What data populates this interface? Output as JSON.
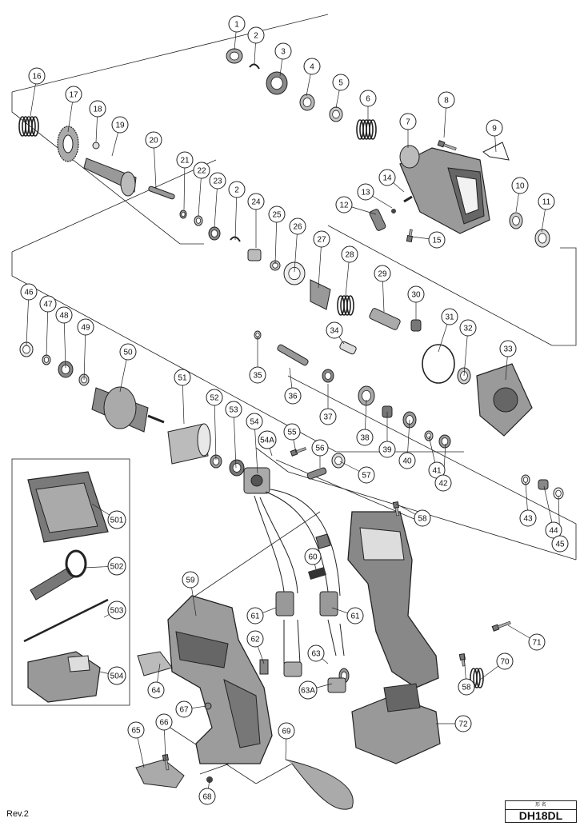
{
  "diagram": {
    "revision": "Rev.2",
    "model_box": {
      "subtitle": "形 名",
      "model": "DH18DL"
    },
    "callouts": [
      "1",
      "2",
      "3",
      "4",
      "5",
      "6",
      "7",
      "8",
      "9",
      "10",
      "11",
      "12",
      "13",
      "14",
      "15",
      "16",
      "17",
      "18",
      "19",
      "20",
      "21",
      "22",
      "23",
      "2",
      "24",
      "25",
      "26",
      "27",
      "28",
      "29",
      "30",
      "31",
      "32",
      "33",
      "34",
      "35",
      "36",
      "37",
      "38",
      "39",
      "40",
      "41",
      "42",
      "43",
      "44",
      "45",
      "46",
      "47",
      "48",
      "49",
      "50",
      "51",
      "52",
      "53",
      "54",
      "54A",
      "55",
      "56",
      "57",
      "58",
      "59",
      "60",
      "61",
      "61",
      "62",
      "63",
      "63A",
      "64",
      "65",
      "66",
      "67",
      "68",
      "69",
      "70",
      "71",
      "58",
      "72",
      "501",
      "502",
      "503",
      "504"
    ]
  },
  "colors": {
    "line": "#222222",
    "part_fill": "#bdbdbd",
    "part_dark": "#555555"
  }
}
